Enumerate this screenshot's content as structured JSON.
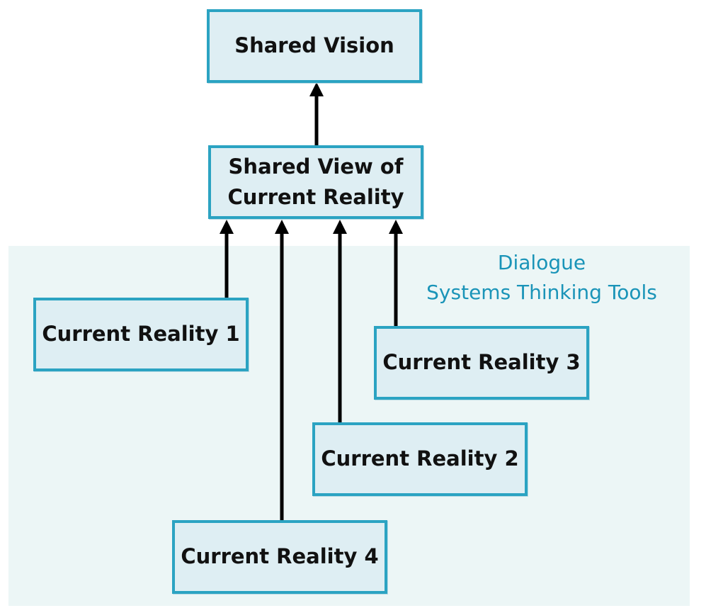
{
  "nodes": {
    "shared_vision": "Shared Vision",
    "shared_view": [
      "Shared View of",
      "Current Reality"
    ],
    "current_reality_1": "Current Reality 1",
    "current_reality_2": "Current Reality 2",
    "current_reality_3": "Current Reality 3",
    "current_reality_4": "Current Reality 4"
  },
  "region_label": [
    "Dialogue",
    "Systems Thinking Tools"
  ],
  "edges": [
    {
      "from": "shared_view",
      "to": "shared_vision"
    },
    {
      "from": "current_reality_1",
      "to": "shared_view"
    },
    {
      "from": "current_reality_4",
      "to": "shared_view"
    },
    {
      "from": "current_reality_2",
      "to": "shared_view"
    },
    {
      "from": "current_reality_3",
      "to": "shared_view"
    }
  ],
  "colors": {
    "box_border": "#2ba3c2",
    "box_fill": "#deeef3",
    "region_fill": "#ecf6f6",
    "region_text": "#1a94b8",
    "arrow": "#000000"
  }
}
